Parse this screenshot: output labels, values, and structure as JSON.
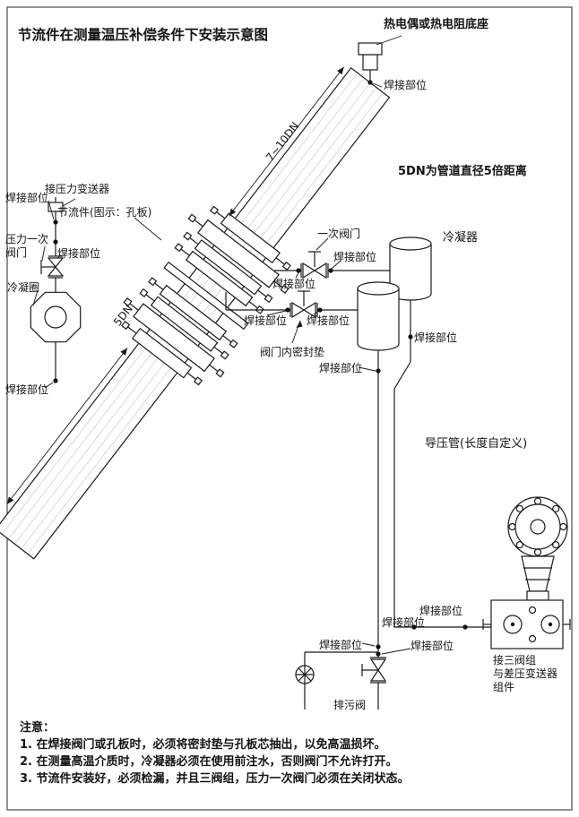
{
  "title": "节流件在测量温压补偿条件下安装示意图",
  "colors": {
    "ink": "#1a1a1a",
    "background": "#ffffff"
  },
  "labels": {
    "weld": "焊接部位",
    "thermo_base": "热电偶或热电阻底座",
    "dn5_note": "5DN为管道直径5倍距离",
    "dn7_10": "7~10DN",
    "dn5": "5DN",
    "pressure_transmitter": "接压力变送器",
    "throttle": "节流件(图示：孔板)",
    "pressure_primary_valve": "压力一次\n阀门",
    "condensing_ring": "冷凝圈",
    "primary_valve": "一次阀门",
    "condenser": "冷凝器",
    "valve_gasket": "阀门内密封垫",
    "impulse_pipe": "导压管(长度自定义)",
    "three_valve_group": "接三阀组\n与差压变送器\n组件",
    "drain_valve": "排污阀"
  },
  "notes": {
    "heading": "注意：",
    "items": [
      "1. 在焊接阀门或孔板时，必须将密封垫与孔板芯抽出，以免高温损坏。",
      "2. 在测量高温介质时，冷凝器必须在使用前注水，否则阀门不允许打开。",
      "3. 节流件安装好，必须检漏，并且三阀组，压力一次阀门必须在关闭状态。"
    ]
  }
}
